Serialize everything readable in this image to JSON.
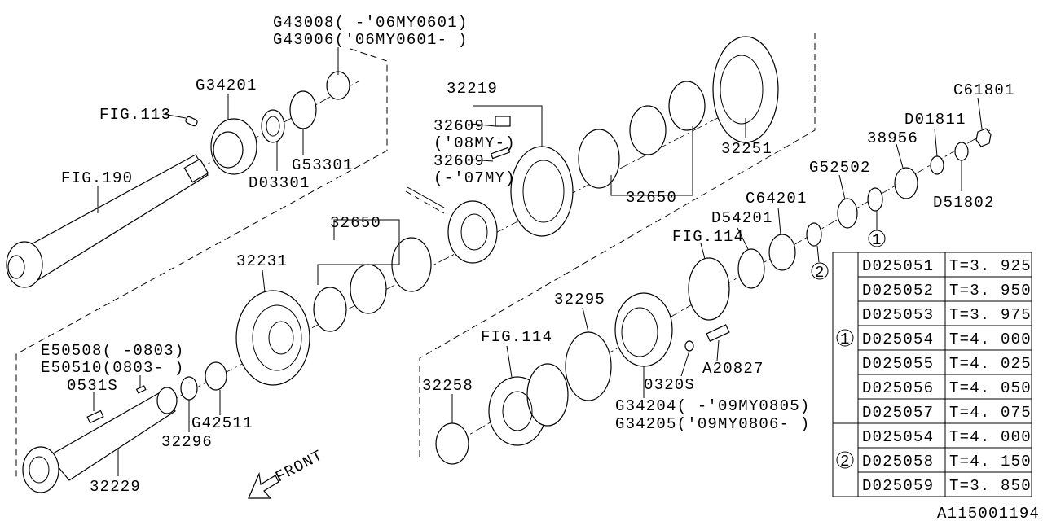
{
  "labels": {
    "g43008": "G43008( -'06MY0601)",
    "g43006": "G43006('06MY0601- )",
    "g34201": "G34201",
    "fig113": "FIG.113",
    "fig190": "FIG.190",
    "g53301": "G53301",
    "d03301": "D03301",
    "p32219": "32219",
    "p32609a": "32609",
    "p32609a_note": "('08MY-)",
    "p32609b": "32609",
    "p32609b_note": "(-'07MY)",
    "p32251": "32251",
    "p32650a": "32650",
    "c61801": "C61801",
    "d01811": "D01811",
    "p38956": "38956",
    "g52502": "G52502",
    "d51802": "D51802",
    "c64201": "C64201",
    "d54201": "D54201",
    "fig114a": "FIG.114",
    "p32650b": "32650",
    "p32231": "32231",
    "p32295": "32295",
    "fig114b": "FIG.114",
    "e50508": "E50508( -0803)",
    "e50510": "E50510(0803- )",
    "p0531s": "0531S",
    "p32258": "32258",
    "a20827": "A20827",
    "p0320s": "0320S",
    "g34204": "G34204( -'09MY0805)",
    "g34205": "G34205('09MY0806- )",
    "g42511": "G42511",
    "p32296": "32296",
    "p32229": "32229",
    "front": "FRONT",
    "circle1": "1",
    "circle2": "2",
    "diagram_id": "A115001194"
  },
  "table": {
    "groups": [
      {
        "marker": "1",
        "rows": [
          {
            "part": "D025051",
            "t": "T=3. 925"
          },
          {
            "part": "D025052",
            "t": "T=3. 950"
          },
          {
            "part": "D025053",
            "t": "T=3. 975"
          },
          {
            "part": "D025054",
            "t": "T=4. 000"
          },
          {
            "part": "D025055",
            "t": "T=4. 025"
          },
          {
            "part": "D025056",
            "t": "T=4. 050"
          },
          {
            "part": "D025057",
            "t": "T=4. 075"
          }
        ]
      },
      {
        "marker": "2",
        "rows": [
          {
            "part": "D025054",
            "t": "T=4. 000"
          },
          {
            "part": "D025058",
            "t": "T=4. 150"
          },
          {
            "part": "D025059",
            "t": "T=3. 850"
          }
        ]
      }
    ]
  }
}
